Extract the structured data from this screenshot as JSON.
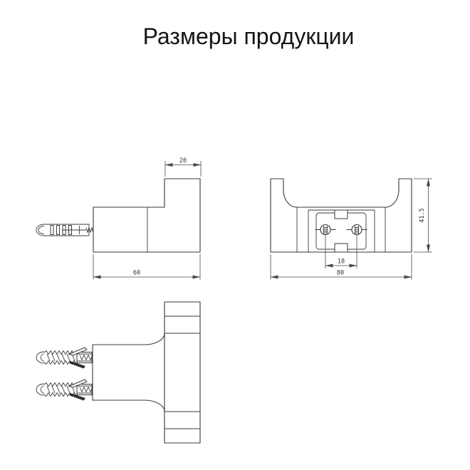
{
  "title": "Размеры продукции",
  "drawing": {
    "side_view": {
      "dims": {
        "hook_depth": "20",
        "total_depth": "60"
      }
    },
    "front_view": {
      "dims": {
        "total_width": "80",
        "screw_spacing": "18",
        "height": "41.5"
      }
    },
    "top_view": {
      "dims": {}
    }
  },
  "colors": {
    "line": "#3a3a3a",
    "dim_line": "#4a4a4a",
    "dim_text": "#333333",
    "title_text": "#151515",
    "background": "#ffffff",
    "wing_fill": "#2e2e2e"
  }
}
